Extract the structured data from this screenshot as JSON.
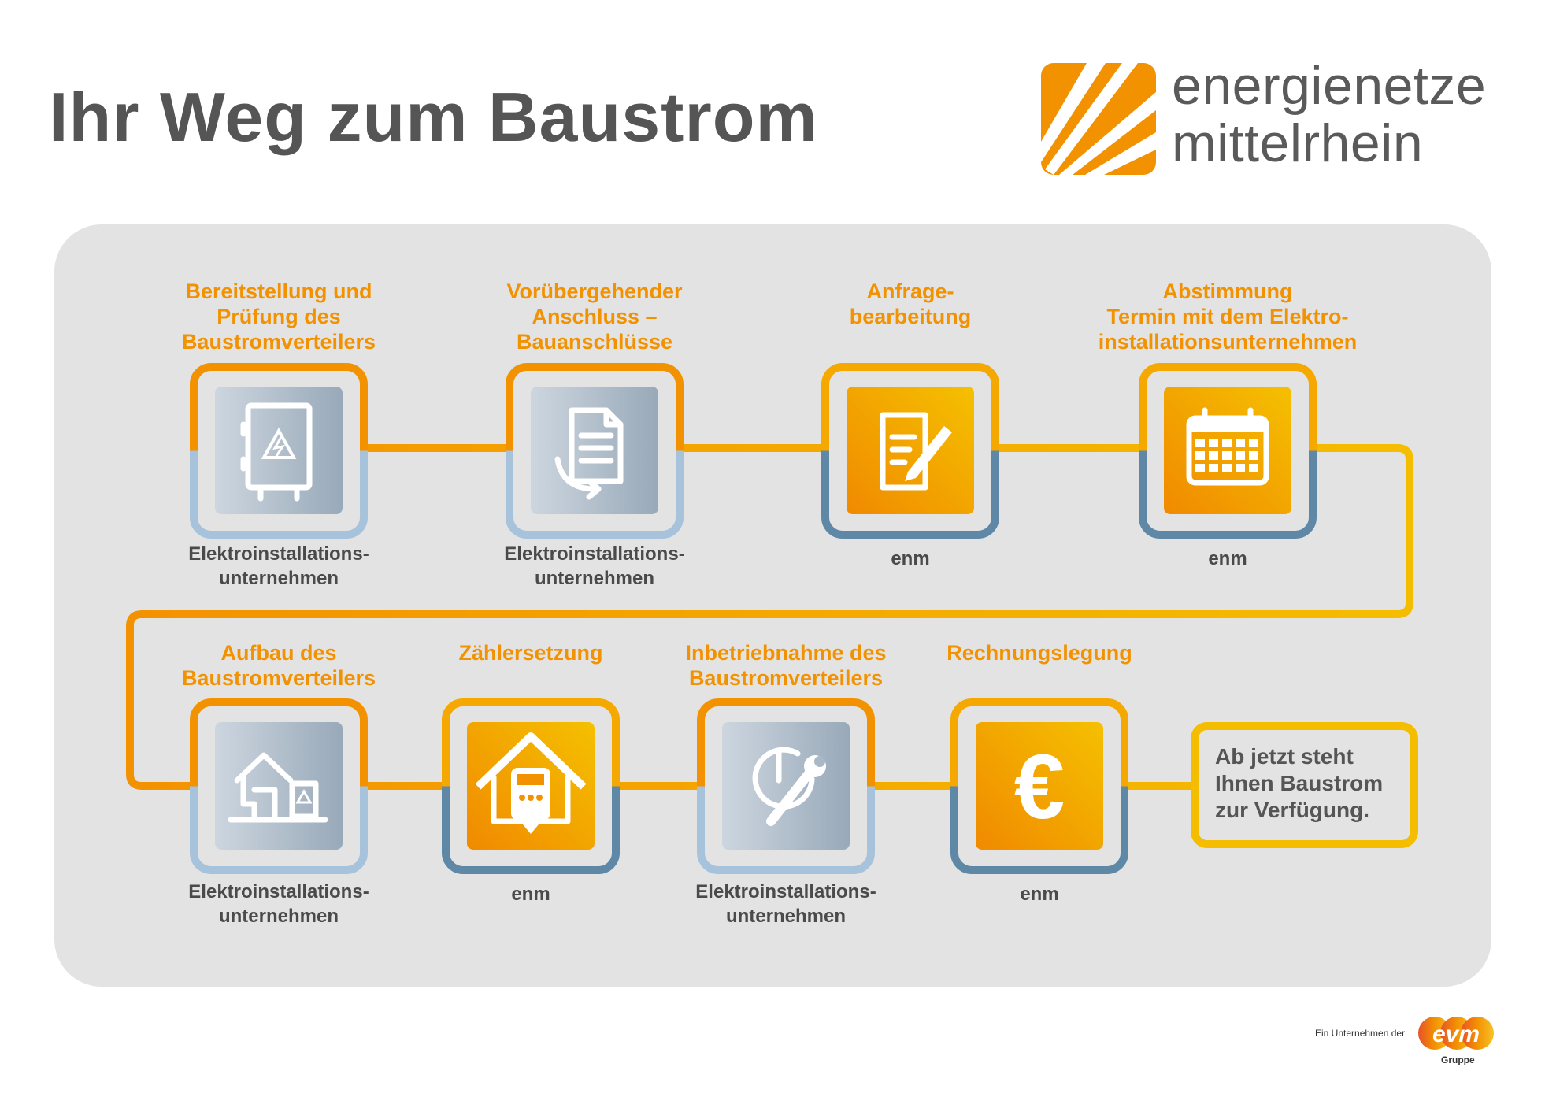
{
  "header": {
    "title": "Ihr Weg zum Baustrom"
  },
  "brand": {
    "line1": "energienetze",
    "line2": "mittelrhein",
    "color": "#f39200"
  },
  "colors": {
    "accent": "#f39200",
    "accent_light": "#f5bd00",
    "text": "#555555",
    "panel": "#e3e3e3",
    "blue_light": "#a7c3dc",
    "blue_dark": "#5f88a6"
  },
  "steps": [
    {
      "title": [
        "Bereitstellung und",
        "Prüfung des",
        "Baustromverteilers"
      ],
      "actor": [
        "Elektroinstallations-",
        "unternehmen"
      ],
      "icon": "distribution-cabinet-icon"
    },
    {
      "title": [
        "Vorübergehender",
        "Anschluss –",
        "Bauanschlüsse"
      ],
      "actor": [
        "Elektroinstallations-",
        "unternehmen"
      ],
      "icon": "document-arrow-icon"
    },
    {
      "title": [
        "Anfrage-",
        "bearbeitung"
      ],
      "actor": [
        "enm"
      ],
      "icon": "notepad-pencil-icon"
    },
    {
      "title": [
        "Abstimmung",
        "Termin mit dem Elektro-",
        "installationsunternehmen"
      ],
      "actor": [
        "enm"
      ],
      "icon": "calendar-icon"
    },
    {
      "title": [
        "Aufbau des",
        "Baustromverteilers"
      ],
      "actor": [
        "Elektroinstallations-",
        "unternehmen"
      ],
      "icon": "house-cabinet-icon"
    },
    {
      "title": [
        "Zählersetzung"
      ],
      "actor": [
        "enm"
      ],
      "icon": "house-meter-icon"
    },
    {
      "title": [
        "Inbetriebnahme des",
        "Baustromverteilers"
      ],
      "actor": [
        "Elektroinstallations-",
        "unternehmen"
      ],
      "icon": "power-wrench-icon"
    },
    {
      "title": [
        "Rechnungslegung"
      ],
      "actor": [
        "enm"
      ],
      "icon": "euro-icon"
    }
  ],
  "final": [
    "Ab jetzt steht",
    "Ihnen Baustrom",
    "zur Verfügung."
  ],
  "footer": {
    "prefix": "Ein Unternehmen der",
    "logo": "evm",
    "suffix": "Gruppe"
  }
}
